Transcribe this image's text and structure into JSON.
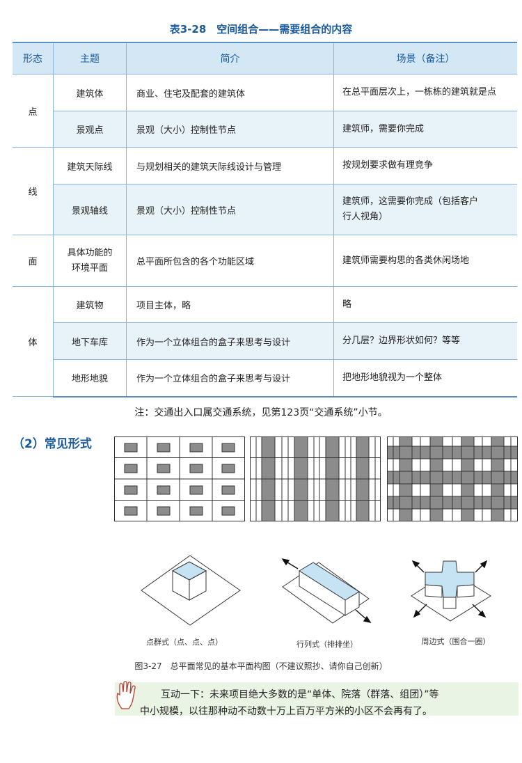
{
  "table": {
    "title": "表3-28　空间组合——需要组合的内容",
    "headers": [
      "形态",
      "主题",
      "简介",
      "场景（备注）"
    ],
    "groups": [
      {
        "form": "点",
        "rows": [
          {
            "theme": "建筑体",
            "intro": "商业、住宅及配套的建筑体",
            "scene": "在总平面层次上，一栋栋的建筑就是点"
          },
          {
            "theme": "景观点",
            "intro": "景观（大小）控制性节点",
            "scene": "建筑师，需要你完成"
          }
        ]
      },
      {
        "form": "线",
        "rows": [
          {
            "theme": "建筑天际线",
            "intro": "与规划相关的建筑天际线设计与管理",
            "scene": "按规划要求做有理竞争"
          },
          {
            "theme": "景观轴线",
            "intro": "景观（大小）控制性节点",
            "scene": "建筑师，这需要你完成（包括客户",
            "scene2": "行人视角）"
          }
        ]
      },
      {
        "form": "面",
        "rows": [
          {
            "theme": "具体功能的",
            "theme2": "环境平面",
            "intro": "总平面所包含的各个功能区域",
            "scene": "建筑师需要构思的各类休闲场地"
          }
        ]
      },
      {
        "form": "体",
        "rows": [
          {
            "theme": "建筑物",
            "intro": "项目主体，略",
            "scene": "略"
          },
          {
            "theme": "地下车库",
            "intro": "作为一个立体组合的盒子来思考与设计",
            "scene": "分几层？边界形状如何？等等"
          },
          {
            "theme": "地形地貌",
            "intro": "作为一个立体组合的盒子来思考与设计",
            "scene": "把地形地貌视为一个整体"
          }
        ]
      }
    ],
    "note": "注：交通出入口属交通系统，见第123页“交通系统”小节。"
  },
  "section": {
    "title": "（2）常见形式"
  },
  "figure": {
    "captions": [
      "点群式（点、点、点）",
      "行列式（排排坐）",
      "周边式（围合一圈）"
    ],
    "title": "图3-27　总平面常见的基本平面构图（不建议照抄、请你自己创新）"
  },
  "interact": {
    "line1": "互动一下：未来项目绝大多数的是“单体、院落（群落、组团）”等",
    "line2": "中小规模，以往那种动不动数十万上百万平方米的小区不会再有了。"
  },
  "colors": {
    "accent": "#1a5a9a",
    "header_bg": "#d3e7f4",
    "row_alt": "#e8f2f9",
    "fill_gray": "#8c8c8c",
    "fill_blue": "#c6e3f3",
    "interact_bg": "#eaf4e4"
  }
}
